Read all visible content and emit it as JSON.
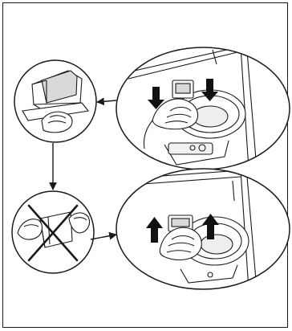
{
  "figure": {
    "panels": [
      "filter-removal-top-right",
      "filter-held-top-left",
      "no-detergent-bottom-left",
      "filter-insertion-bottom-right"
    ],
    "arrows": [
      "down-arrow",
      "up-arrow",
      "flow-arrow"
    ],
    "icons": [
      "hand-icon",
      "filter-icon",
      "cross-icon"
    ]
  },
  "colors": {
    "line": "#1a1a1a",
    "fill": "#ffffff",
    "shade": "#d9d9d9",
    "arrow": "#111111"
  }
}
